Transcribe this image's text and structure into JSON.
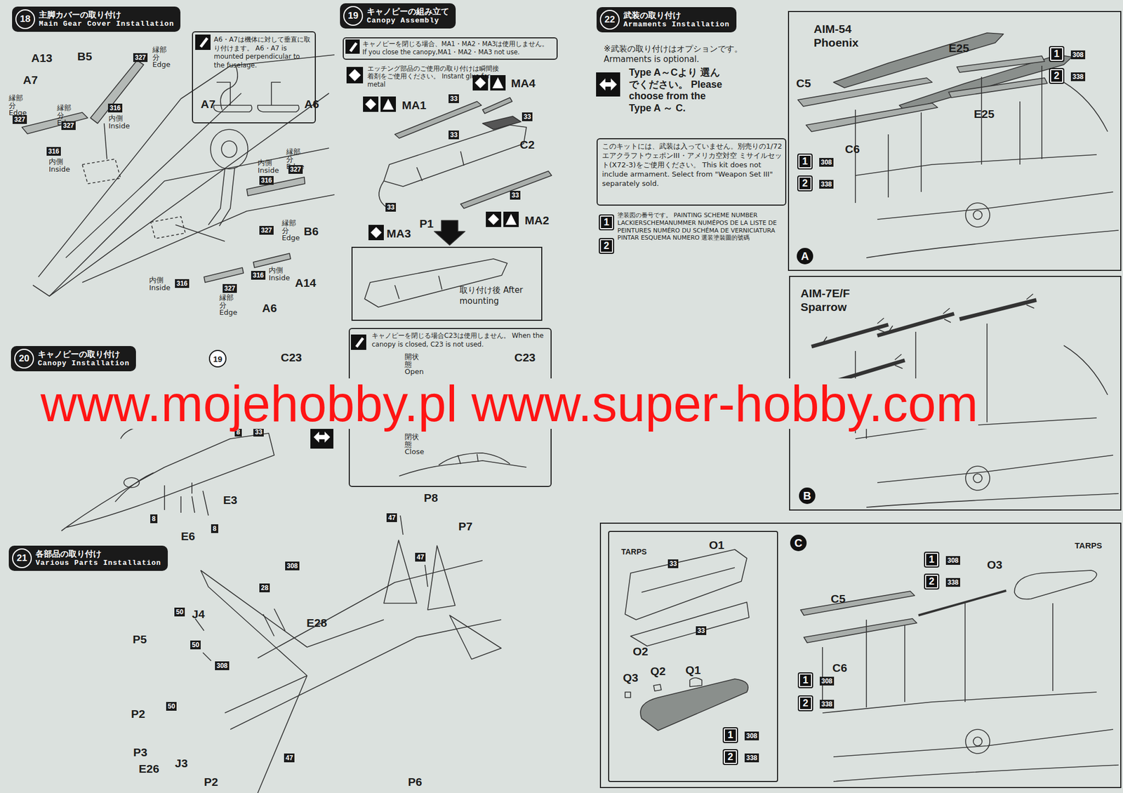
{
  "diagram": {
    "nodes": [
      {
        "text": [
          "18",
          "主脚カバーの取り付け",
          "Main Gear Cover Installation"
        ]
      },
      {
        "text": [
          "A6・A7は機体に対して垂直に取り付けます。 A6・A7 is mounted perpendicular to the fuselage."
        ]
      },
      {
        "text": [
          "19",
          "キャノピーの組み立て",
          "Canopy Assembly"
        ]
      },
      {
        "text": [
          "キャノピーを閉じる場合、MA1・MA2・MA3は使用しません。 If you close the canopy,MA1・MA2・MA3 not use."
        ]
      },
      {
        "text": [
          "取り付け後 After mounting"
        ]
      },
      {
        "text": [
          "20",
          "キャノピーの取り付け",
          "Canopy Installation"
        ]
      },
      {
        "text": [
          "キャノピーを閉じる場合C23は使用しません。 When the canopy is closed, C23 is not used."
        ]
      },
      {
        "text": [
          "21",
          "各部品の取り付け",
          "Various Parts Installation"
        ]
      },
      {
        "text": [
          "22",
          "武装の取り付け",
          "Armaments Installation"
        ]
      },
      {
        "text": [
          "このキットには、武装は入っていません。別売りの1/72エアクラフトウェポンIII・アメリカ空対空 ミサイルセット(X72-3)をご使用ください。 This kit does not include armament. Select from \"Weapon Set III\" separately sold."
        ]
      },
      {
        "text": [
          "A"
        ]
      },
      {
        "text": [
          "B"
        ]
      },
      {
        "text": [
          "C"
        ]
      },
      {
        "text": [
          "TARPS"
        ],
        "in": 12
      }
    ],
    "labels": [
      "A13",
      "B5",
      "327",
      "縁部分 Edge",
      "A7",
      "縁部分 Edge",
      "327",
      "縁部分 Edge",
      "327",
      "316",
      "内側 Inside",
      "316",
      "内側 Inside",
      "A7",
      "A6",
      "縁部分 Edge",
      "327",
      "内側 Inside",
      "316",
      "327",
      "縁部分 Edge",
      "B6",
      "316",
      "内側 Inside",
      "A14",
      "327",
      "縁部分 Edge",
      "内側 Inside",
      "316",
      "A6",
      "エッチング部品のご使用の取り付けは瞬間接着剤をご使用ください。 Instant glue for metal",
      "MA1",
      "MA4",
      "33",
      "33",
      "33",
      "C2",
      "33",
      "MA2",
      "33",
      "MA3",
      "P1",
      "19",
      "C23",
      "8",
      "33",
      "8",
      "E3",
      "E6",
      "8",
      "開状態 Open",
      "C23",
      "閉状態 Close",
      "P8",
      "47",
      "P7",
      "47",
      "308",
      "28",
      "E28",
      "50",
      "J4",
      "P5",
      "50",
      "308",
      "P2",
      "50",
      "P3",
      "E26",
      "J3",
      "P2",
      "47",
      "P6",
      "※武装の取り付けはオプションです。 Armaments is optional.",
      "Type A～Cより 選んでください。 Please choose from the Type A ～ C.",
      "1",
      "2",
      "塗装図の番号です。 PAINTING SCHEME NUMBER LACKIERSCHEMANUMMER NUMÉPOS DE LA LISTE DE PEINTURES NUMÉRO DU SCHÉMA DE VERNICIATURA PINTAR ESQUEMA NUMERO 選装塗裝圖的號碼",
      "AIM-54 Phoenix",
      "E25",
      "1",
      "308",
      "2",
      "338",
      "C5",
      "E25",
      "C6",
      "1",
      "308",
      "2",
      "338",
      "AIM-7E/F Sparrow",
      "O1",
      "33",
      "33",
      "O2",
      "Q3",
      "Q2",
      "Q1",
      "1",
      "308",
      "2",
      "338",
      "1",
      "308",
      "2",
      "338",
      "O3",
      "TARPS",
      "C5",
      "C6",
      "1",
      "308",
      "2",
      "338",
      "www.mojehobby.pl www.super-hobby.com"
    ]
  }
}
